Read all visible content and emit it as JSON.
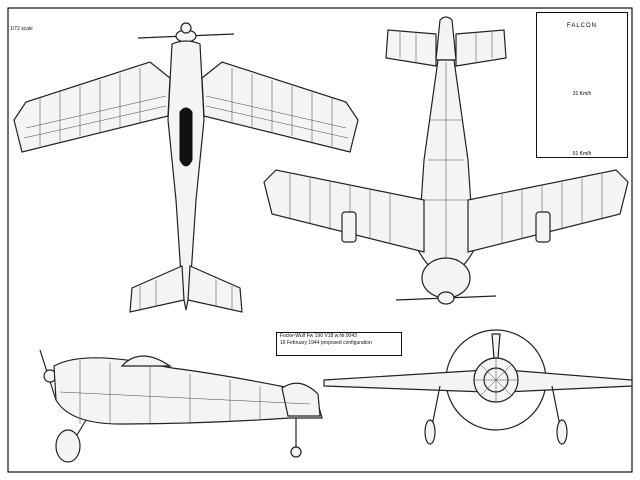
{
  "scale_label": "1/72 scale",
  "caption": {
    "line1": "Focke-Wulf Fw 190 V18 w.Nr.0043",
    "line2": "16 February 1944 proposed configuration"
  },
  "legend": {
    "title": "FALCON",
    "speed_1": "31 Km/h",
    "speed_2": "51 Km/h"
  }
}
